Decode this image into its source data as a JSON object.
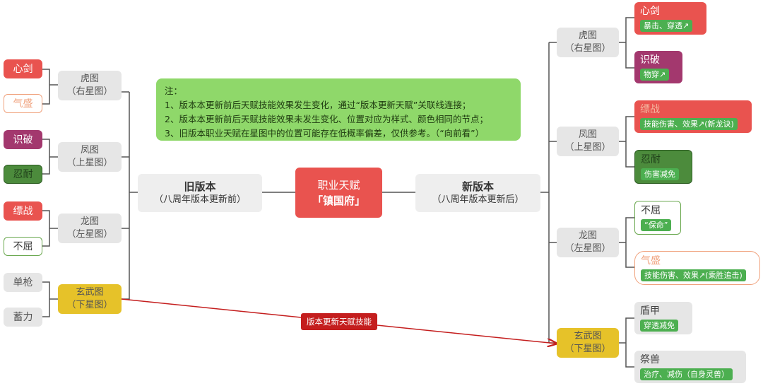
{
  "center": {
    "line1": "职业天赋",
    "line2": "「镇国府」"
  },
  "old_version": {
    "title": "旧版本",
    "subtitle": "（八周年版本更新前）"
  },
  "new_version": {
    "title": "新版本",
    "subtitle": "（八周年版本更新后）"
  },
  "note": {
    "title": "注：",
    "lines": [
      "1、版本本更新前后天赋技能效果发生变化，通过“版本更新天赋”关联线连接；",
      "2、版本本更新前后天赋技能效果未发生变化、位置对应为样式、颜色相同的节点；",
      "3、旧版本职业天赋在星图中的位置可能存在低概率偏差，仅供参考。（“向前看”）"
    ]
  },
  "edge_label": "版本更新天赋技能",
  "old_groups": [
    {
      "name": "虎图",
      "sub": "（右星图）",
      "leaves": [
        "心剑",
        "气盛"
      ]
    },
    {
      "name": "凤图",
      "sub": "（上星图）",
      "leaves": [
        "识破",
        "忍耐"
      ]
    },
    {
      "name": "龙图",
      "sub": "（左星图）",
      "leaves": [
        "缥战",
        "不屈"
      ]
    },
    {
      "name": "玄武图",
      "sub": "（下星图）",
      "leaves": [
        "单枪",
        "蓄力"
      ]
    }
  ],
  "new_groups": [
    {
      "name": "虎图",
      "sub": "（右星图）",
      "leaves": [
        {
          "title": "心剑",
          "tag": "暴击、穿透↗"
        },
        {
          "title": "识破",
          "tag": "物穿↗"
        }
      ]
    },
    {
      "name": "凤图",
      "sub": "（上星图）",
      "leaves": [
        {
          "title": "缥战",
          "tag": "技能伤害、效果↗(新龙诀)"
        },
        {
          "title": "忍耐",
          "tag": "伤害减免"
        }
      ]
    },
    {
      "name": "龙图",
      "sub": "（左星图）",
      "leaves": [
        {
          "title": "不屈",
          "tag": "“保命”"
        },
        {
          "title": "气盛",
          "tag": "技能伤害、效果↗(乘胜追击)"
        }
      ]
    },
    {
      "name": "玄武图",
      "sub": "（下星图）",
      "leaves": [
        {
          "title": "盾甲",
          "tag": "穿透减免"
        },
        {
          "title": "祭兽",
          "tag": "治疗、减伤（自身灵兽）"
        }
      ]
    }
  ],
  "colors": {
    "red": "#e9534f",
    "purple": "#a3386e",
    "green": "#4caf50",
    "yellow": "#e6c229",
    "note": "#8fd86a",
    "edge": "#c41e1e"
  }
}
